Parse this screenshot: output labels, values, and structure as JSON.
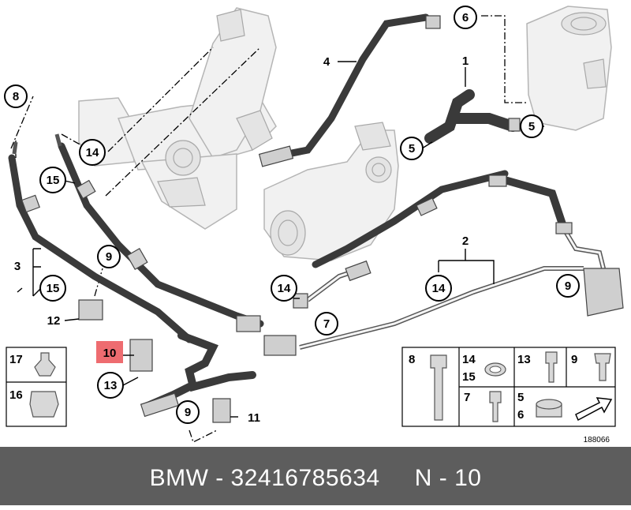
{
  "diagram": {
    "callouts": {
      "c1": "1",
      "c2": "2",
      "c3": "3",
      "c4": "4",
      "c5a": "5",
      "c5b": "5",
      "c6": "6",
      "c7": "7",
      "c8": "8",
      "c9a": "9",
      "c9b": "9",
      "c9c": "9",
      "c10": "10",
      "c11": "11",
      "c12": "12",
      "c13": "13",
      "c14a": "14",
      "c14b": "14",
      "c14c": "14",
      "c15a": "15",
      "c15b": "15",
      "c16": "16",
      "c17": "17"
    },
    "highlight_color": "#ee6c70",
    "legend": {
      "l8": "8",
      "l14": "14",
      "l15": "15",
      "l13": "13",
      "l9": "9",
      "l7": "7",
      "l5": "5",
      "l6": "6",
      "l17": "17",
      "l16": "16"
    },
    "catalog_number": "188066"
  },
  "footer": {
    "text": "BMW - 32416785634     N - 10",
    "background": "#5d5d5d"
  }
}
